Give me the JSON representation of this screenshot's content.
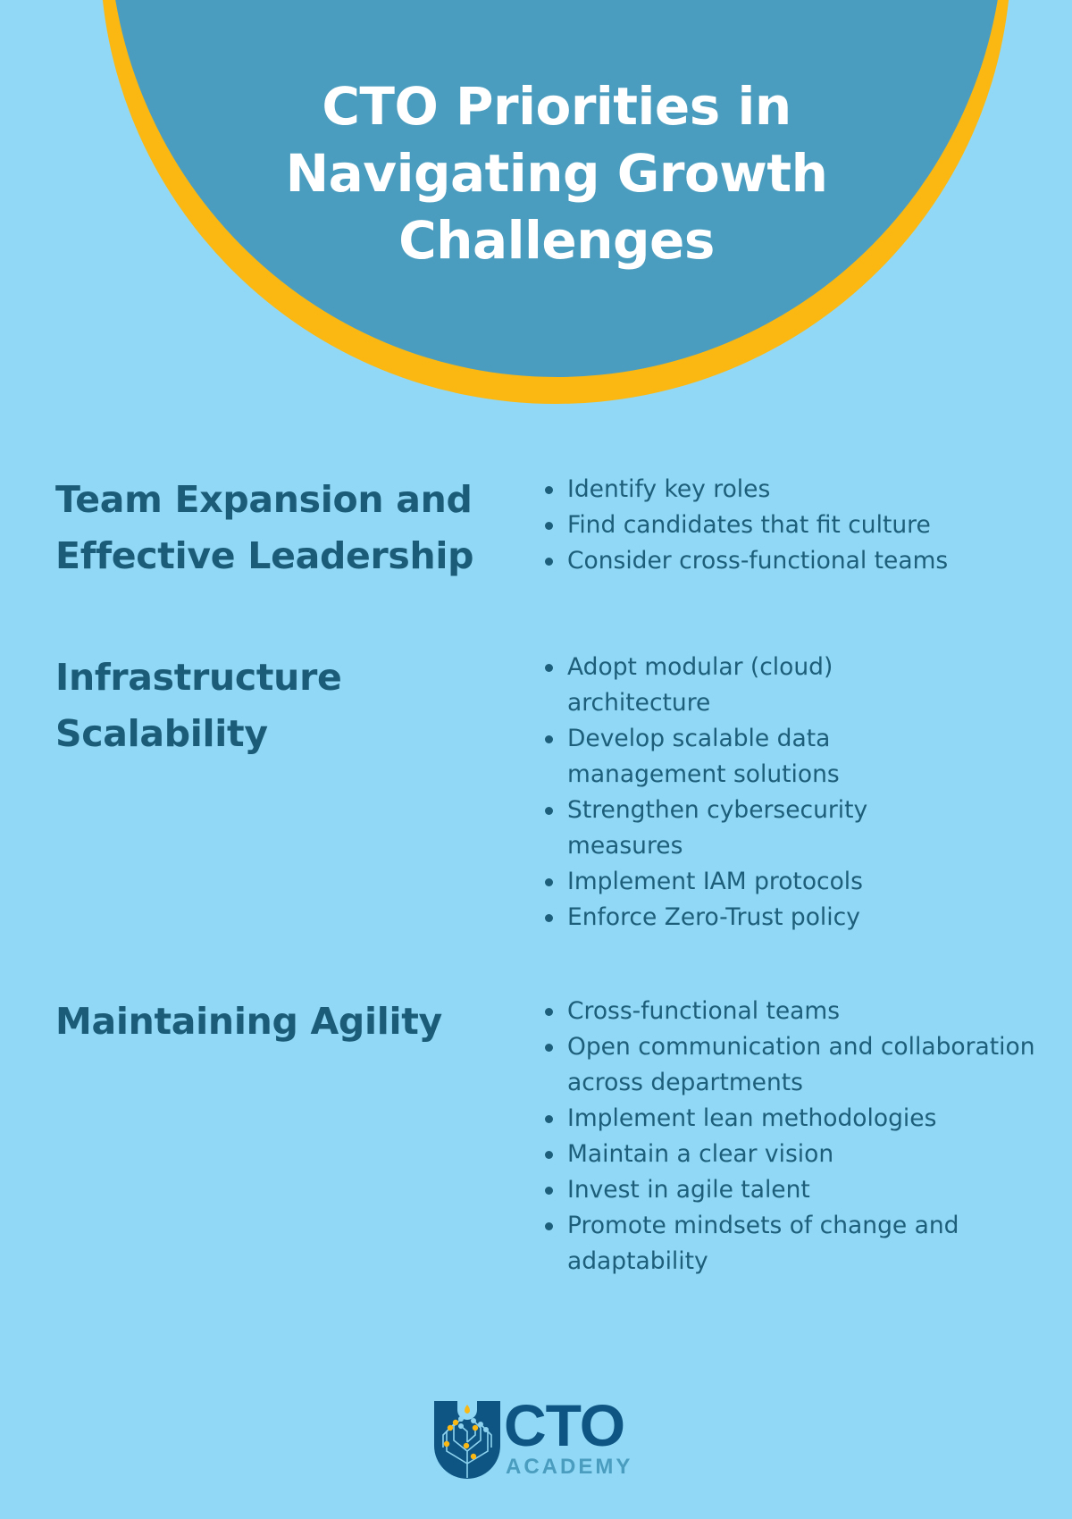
{
  "title": {
    "lines": [
      "CTO Priorities in",
      "Navigating Growth",
      "Challenges"
    ]
  },
  "colors": {
    "background": "#90d8f5",
    "hero_circle": "#4b9dbf",
    "hero_accent": "#fbb813",
    "heading_text": "#1b5c78",
    "body_text": "#1d5f7b",
    "title_text": "#ffffff",
    "logo_dark": "#0e5583",
    "logo_light": "#4b9dbf"
  },
  "sections": [
    {
      "heading_lines": [
        "Team Expansion and",
        "Effective Leadership"
      ],
      "bullets": [
        "Identify key roles",
        "Find candidates that fit culture",
        "Consider cross-functional teams"
      ]
    },
    {
      "heading_lines": [
        "Infrastructure",
        "Scalability"
      ],
      "bullets": [
        "Adopt modular (cloud) architecture",
        "Develop scalable data management solutions",
        "Strengthen cybersecurity measures",
        "Implement IAM protocols",
        "Enforce Zero-Trust policy"
      ]
    },
    {
      "heading_lines": [
        "Maintaining Agility"
      ],
      "bullets": [
        "Cross-functional teams",
        "Open communication and collaboration across departments",
        "Implement lean methodologies",
        "Maintain a clear vision",
        "Invest in agile talent",
        "Promote mindsets of change and adaptability"
      ]
    }
  ],
  "logo": {
    "icon": "circuit-shield-icon",
    "brand_top": "CTO",
    "brand_bottom": "ACADEMY"
  }
}
